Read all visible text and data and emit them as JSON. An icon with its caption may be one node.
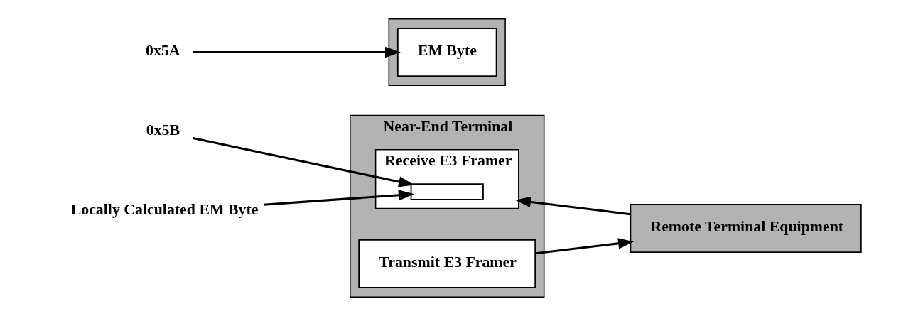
{
  "diagram": {
    "nodes": [
      {
        "text": [
          "Near-End Terminal"
        ]
      },
      {
        "text": [
          "Transmit E3 Framer"
        ],
        "in": 0
      },
      {
        "text": [
          "Receive E3 Framer"
        ],
        "in": 0
      },
      {
        "text": [],
        "shape": "box",
        "in": 2
      },
      {
        "text": [
          "Remote Terminal Equipment"
        ]
      },
      {
        "text": [],
        "shape": "bar"
      },
      {
        "text": [
          "EM Byte"
        ],
        "in": 5
      },
      {
        "text": [
          "0x5A"
        ]
      },
      {
        "text": [
          "0x5B"
        ]
      },
      {
        "text": [
          "Locally Calculated EM Byte"
        ]
      }
    ],
    "edges": [
      {
        "from": 1,
        "to": 4,
        "arrow": "to"
      },
      {
        "from": 4,
        "to": 2,
        "arrow": "to"
      },
      {
        "from": 7,
        "to": 6,
        "arrow": "to"
      },
      {
        "from": 8,
        "to": 3,
        "arrow": "to"
      },
      {
        "from": 9,
        "to": 3,
        "arrow": "to"
      }
    ]
  }
}
